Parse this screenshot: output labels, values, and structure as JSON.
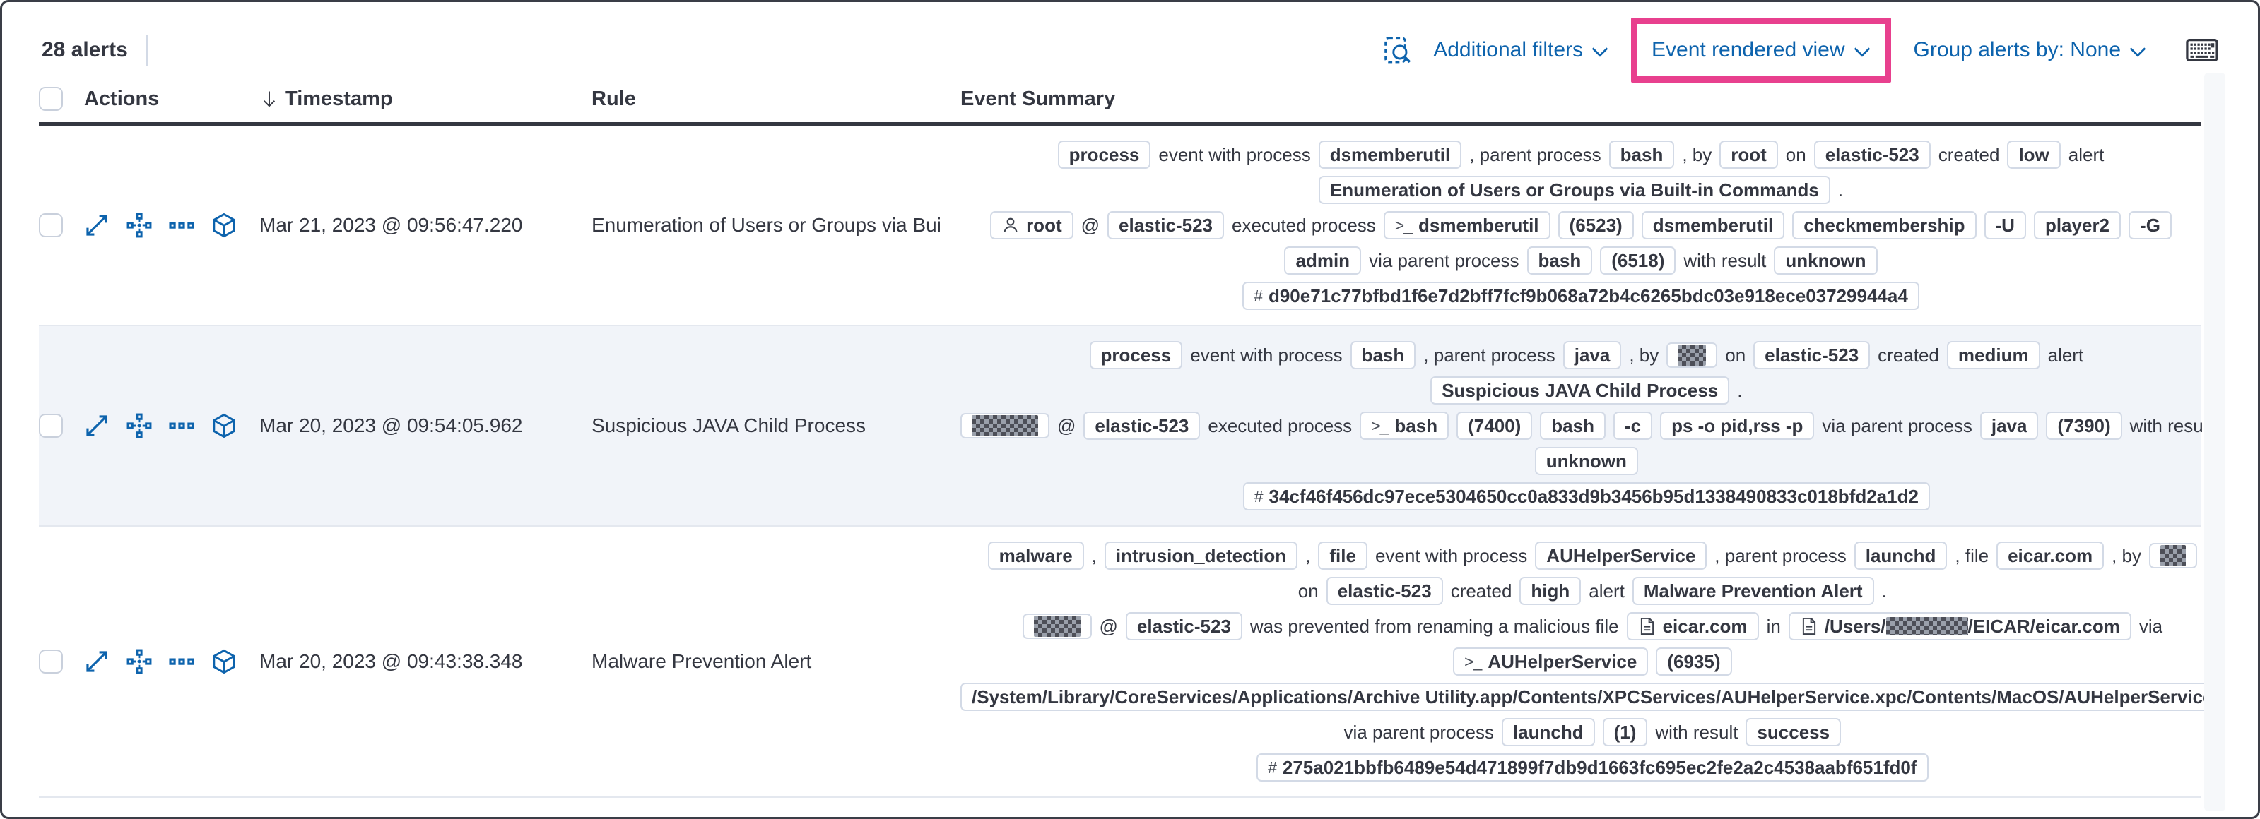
{
  "colors": {
    "link_blue": "#0d63ad",
    "highlight_pink": "#e8408e",
    "badge_border": "#d3dae6",
    "header_rule": "#343741",
    "shaded_row": "#f1f4f9"
  },
  "toolbar": {
    "alert_count": "28 alerts",
    "inspect_icon": "inspect-icon",
    "additional_filters": "Additional filters",
    "view_selector": "Event rendered view",
    "group_alerts_by": "Group alerts by: None",
    "keyboard_icon": "keyboard-icon"
  },
  "table": {
    "columns": {
      "actions": "Actions",
      "timestamp": "Timestamp",
      "rule": "Rule",
      "event_summary": "Event Summary"
    },
    "sort_icon": "sort-down-icon",
    "action_icons": [
      {
        "icon": "expand-icon"
      },
      {
        "icon": "analyzer-icon"
      },
      {
        "icon": "more-actions-icon"
      },
      {
        "icon": "session-view-icon"
      }
    ],
    "rows": [
      {
        "shaded": false,
        "timestamp": "Mar 21, 2023 @ 09:56:47.220",
        "rule": "Enumeration of Users or Groups via Bui",
        "summary_lines": [
          [
            {
              "type": "badge",
              "text": "process"
            },
            {
              "type": "text",
              "value": "event with process"
            },
            {
              "type": "badge",
              "text": "dsmemberutil"
            },
            {
              "type": "text",
              "value": ", parent process"
            },
            {
              "type": "badge",
              "text": "bash"
            },
            {
              "type": "text",
              "value": ", by"
            },
            {
              "type": "badge",
              "text": "root"
            },
            {
              "type": "text",
              "value": "on"
            },
            {
              "type": "badge",
              "text": "elastic-523"
            },
            {
              "type": "text",
              "value": "created"
            },
            {
              "type": "badge",
              "text": "low"
            },
            {
              "type": "text",
              "value": "alert"
            }
          ],
          [
            {
              "type": "badge",
              "text": "Enumeration of Users or Groups via Built-in Commands"
            },
            {
              "type": "text",
              "value": "."
            }
          ],
          [
            {
              "type": "badge",
              "icon": "user-icon",
              "text": "root"
            },
            {
              "type": "text",
              "value": "@"
            },
            {
              "type": "badge",
              "text": "elastic-523"
            },
            {
              "type": "text",
              "value": "executed process"
            },
            {
              "type": "badge",
              "icon": "terminal-icon",
              "text": "dsmemberutil"
            },
            {
              "type": "badge",
              "text": "(6523)"
            },
            {
              "type": "badge",
              "text": "dsmemberutil"
            },
            {
              "type": "badge",
              "text": "checkmembership"
            },
            {
              "type": "badge",
              "text": "-U"
            },
            {
              "type": "badge",
              "text": "player2"
            },
            {
              "type": "badge",
              "text": "-G"
            }
          ],
          [
            {
              "type": "badge",
              "text": "admin"
            },
            {
              "type": "text",
              "value": "via parent process"
            },
            {
              "type": "badge",
              "text": "bash"
            },
            {
              "type": "badge",
              "text": "(6518)"
            },
            {
              "type": "text",
              "value": "with result"
            },
            {
              "type": "badge",
              "text": "unknown"
            }
          ],
          [
            {
              "type": "badge",
              "icon": "hash-icon",
              "text": "d90e71c77bfbd1f6e7d2bff7fcf9b068a72b4c6265bdc03e918ece03729944a4"
            }
          ]
        ]
      },
      {
        "shaded": true,
        "timestamp": "Mar 20, 2023 @ 09:54:05.962",
        "rule": "Suspicious JAVA Child Process",
        "summary_lines": [
          [
            {
              "type": "badge",
              "text": "process"
            },
            {
              "type": "text",
              "value": "event with process"
            },
            {
              "type": "badge",
              "text": "bash"
            },
            {
              "type": "text",
              "value": ", parent process"
            },
            {
              "type": "badge",
              "text": "java"
            },
            {
              "type": "text",
              "value": ", by"
            },
            {
              "type": "badge",
              "redact": [
                40,
                30
              ]
            },
            {
              "type": "text",
              "value": "on"
            },
            {
              "type": "badge",
              "text": "elastic-523"
            },
            {
              "type": "text",
              "value": "created"
            },
            {
              "type": "badge",
              "text": "medium"
            },
            {
              "type": "text",
              "value": "alert"
            }
          ],
          [
            {
              "type": "badge",
              "text": "Suspicious JAVA Child Process"
            },
            {
              "type": "text",
              "value": "."
            }
          ],
          [
            {
              "type": "badge",
              "redact": [
                94,
                30
              ]
            },
            {
              "type": "text",
              "value": "@"
            },
            {
              "type": "badge",
              "text": "elastic-523"
            },
            {
              "type": "text",
              "value": "executed process"
            },
            {
              "type": "badge",
              "icon": "terminal-icon",
              "text": "bash"
            },
            {
              "type": "badge",
              "text": "(7400)"
            },
            {
              "type": "badge",
              "text": "bash"
            },
            {
              "type": "badge",
              "text": "-c"
            },
            {
              "type": "badge",
              "text": "ps -o pid,rss -p"
            },
            {
              "type": "text",
              "value": "via parent process"
            },
            {
              "type": "badge",
              "text": "java"
            },
            {
              "type": "badge",
              "text": "(7390)"
            },
            {
              "type": "text",
              "value": "with result"
            }
          ],
          [
            {
              "type": "badge",
              "text": "unknown"
            }
          ],
          [
            {
              "type": "badge",
              "icon": "hash-icon",
              "text": "34cf46f456dc97ece5304650cc0a833d9b3456b95d1338490833c018bfd2a1d2"
            }
          ]
        ]
      },
      {
        "shaded": false,
        "timestamp": "Mar 20, 2023 @ 09:43:38.348",
        "rule": "Malware Prevention Alert",
        "summary_lines": [
          [
            {
              "type": "badge",
              "text": "malware"
            },
            {
              "type": "text",
              "value": ","
            },
            {
              "type": "badge",
              "text": "intrusion_detection"
            },
            {
              "type": "text",
              "value": ","
            },
            {
              "type": "badge",
              "text": "file"
            },
            {
              "type": "text",
              "value": "event with process"
            },
            {
              "type": "badge",
              "text": "AUHelperService"
            },
            {
              "type": "text",
              "value": ", parent process"
            },
            {
              "type": "badge",
              "text": "launchd"
            },
            {
              "type": "text",
              "value": ", file"
            },
            {
              "type": "badge",
              "text": "eicar.com"
            },
            {
              "type": "text",
              "value": ", by"
            },
            {
              "type": "badge",
              "redact": [
                36,
                30
              ]
            }
          ],
          [
            {
              "type": "text",
              "value": "on"
            },
            {
              "type": "badge",
              "text": "elastic-523"
            },
            {
              "type": "text",
              "value": "created"
            },
            {
              "type": "badge",
              "text": "high"
            },
            {
              "type": "text",
              "value": "alert"
            },
            {
              "type": "badge",
              "text": "Malware Prevention Alert"
            },
            {
              "type": "text",
              "value": "."
            }
          ],
          [
            {
              "type": "badge",
              "redact": [
                66,
                30
              ]
            },
            {
              "type": "text",
              "value": "@"
            },
            {
              "type": "badge",
              "text": "elastic-523"
            },
            {
              "type": "text",
              "value": "was prevented from renaming a malicious file"
            },
            {
              "type": "badge",
              "icon": "file-icon",
              "text": "eicar.com"
            },
            {
              "type": "text",
              "value": "in"
            },
            {
              "type": "badge",
              "icon": "file-icon",
              "parts": [
                {
                  "text": "/Users/"
                },
                {
                  "redact": [
                    116,
                    26
                  ]
                },
                {
                  "text": "/EICAR/eicar.com"
                }
              ]
            },
            {
              "type": "text",
              "value": "via"
            }
          ],
          [
            {
              "type": "badge",
              "icon": "terminal-icon",
              "text": "AUHelperService"
            },
            {
              "type": "badge",
              "text": "(6935)"
            }
          ],
          [
            {
              "type": "badge",
              "text": "/System/Library/CoreServices/Applications/Archive Utility.app/Contents/XPCServices/AUHelperService.xpc/Contents/MacOS/AUHelperService"
            }
          ],
          [
            {
              "type": "text",
              "value": "via parent process"
            },
            {
              "type": "badge",
              "text": "launchd"
            },
            {
              "type": "badge",
              "text": "(1)"
            },
            {
              "type": "text",
              "value": "with result"
            },
            {
              "type": "badge",
              "text": "success"
            }
          ],
          [
            {
              "type": "badge",
              "icon": "hash-icon",
              "text": "275a021bbfb6489e54d471899f7db9d1663fc695ec2fe2a2c4538aabf651fd0f"
            }
          ]
        ]
      }
    ]
  }
}
